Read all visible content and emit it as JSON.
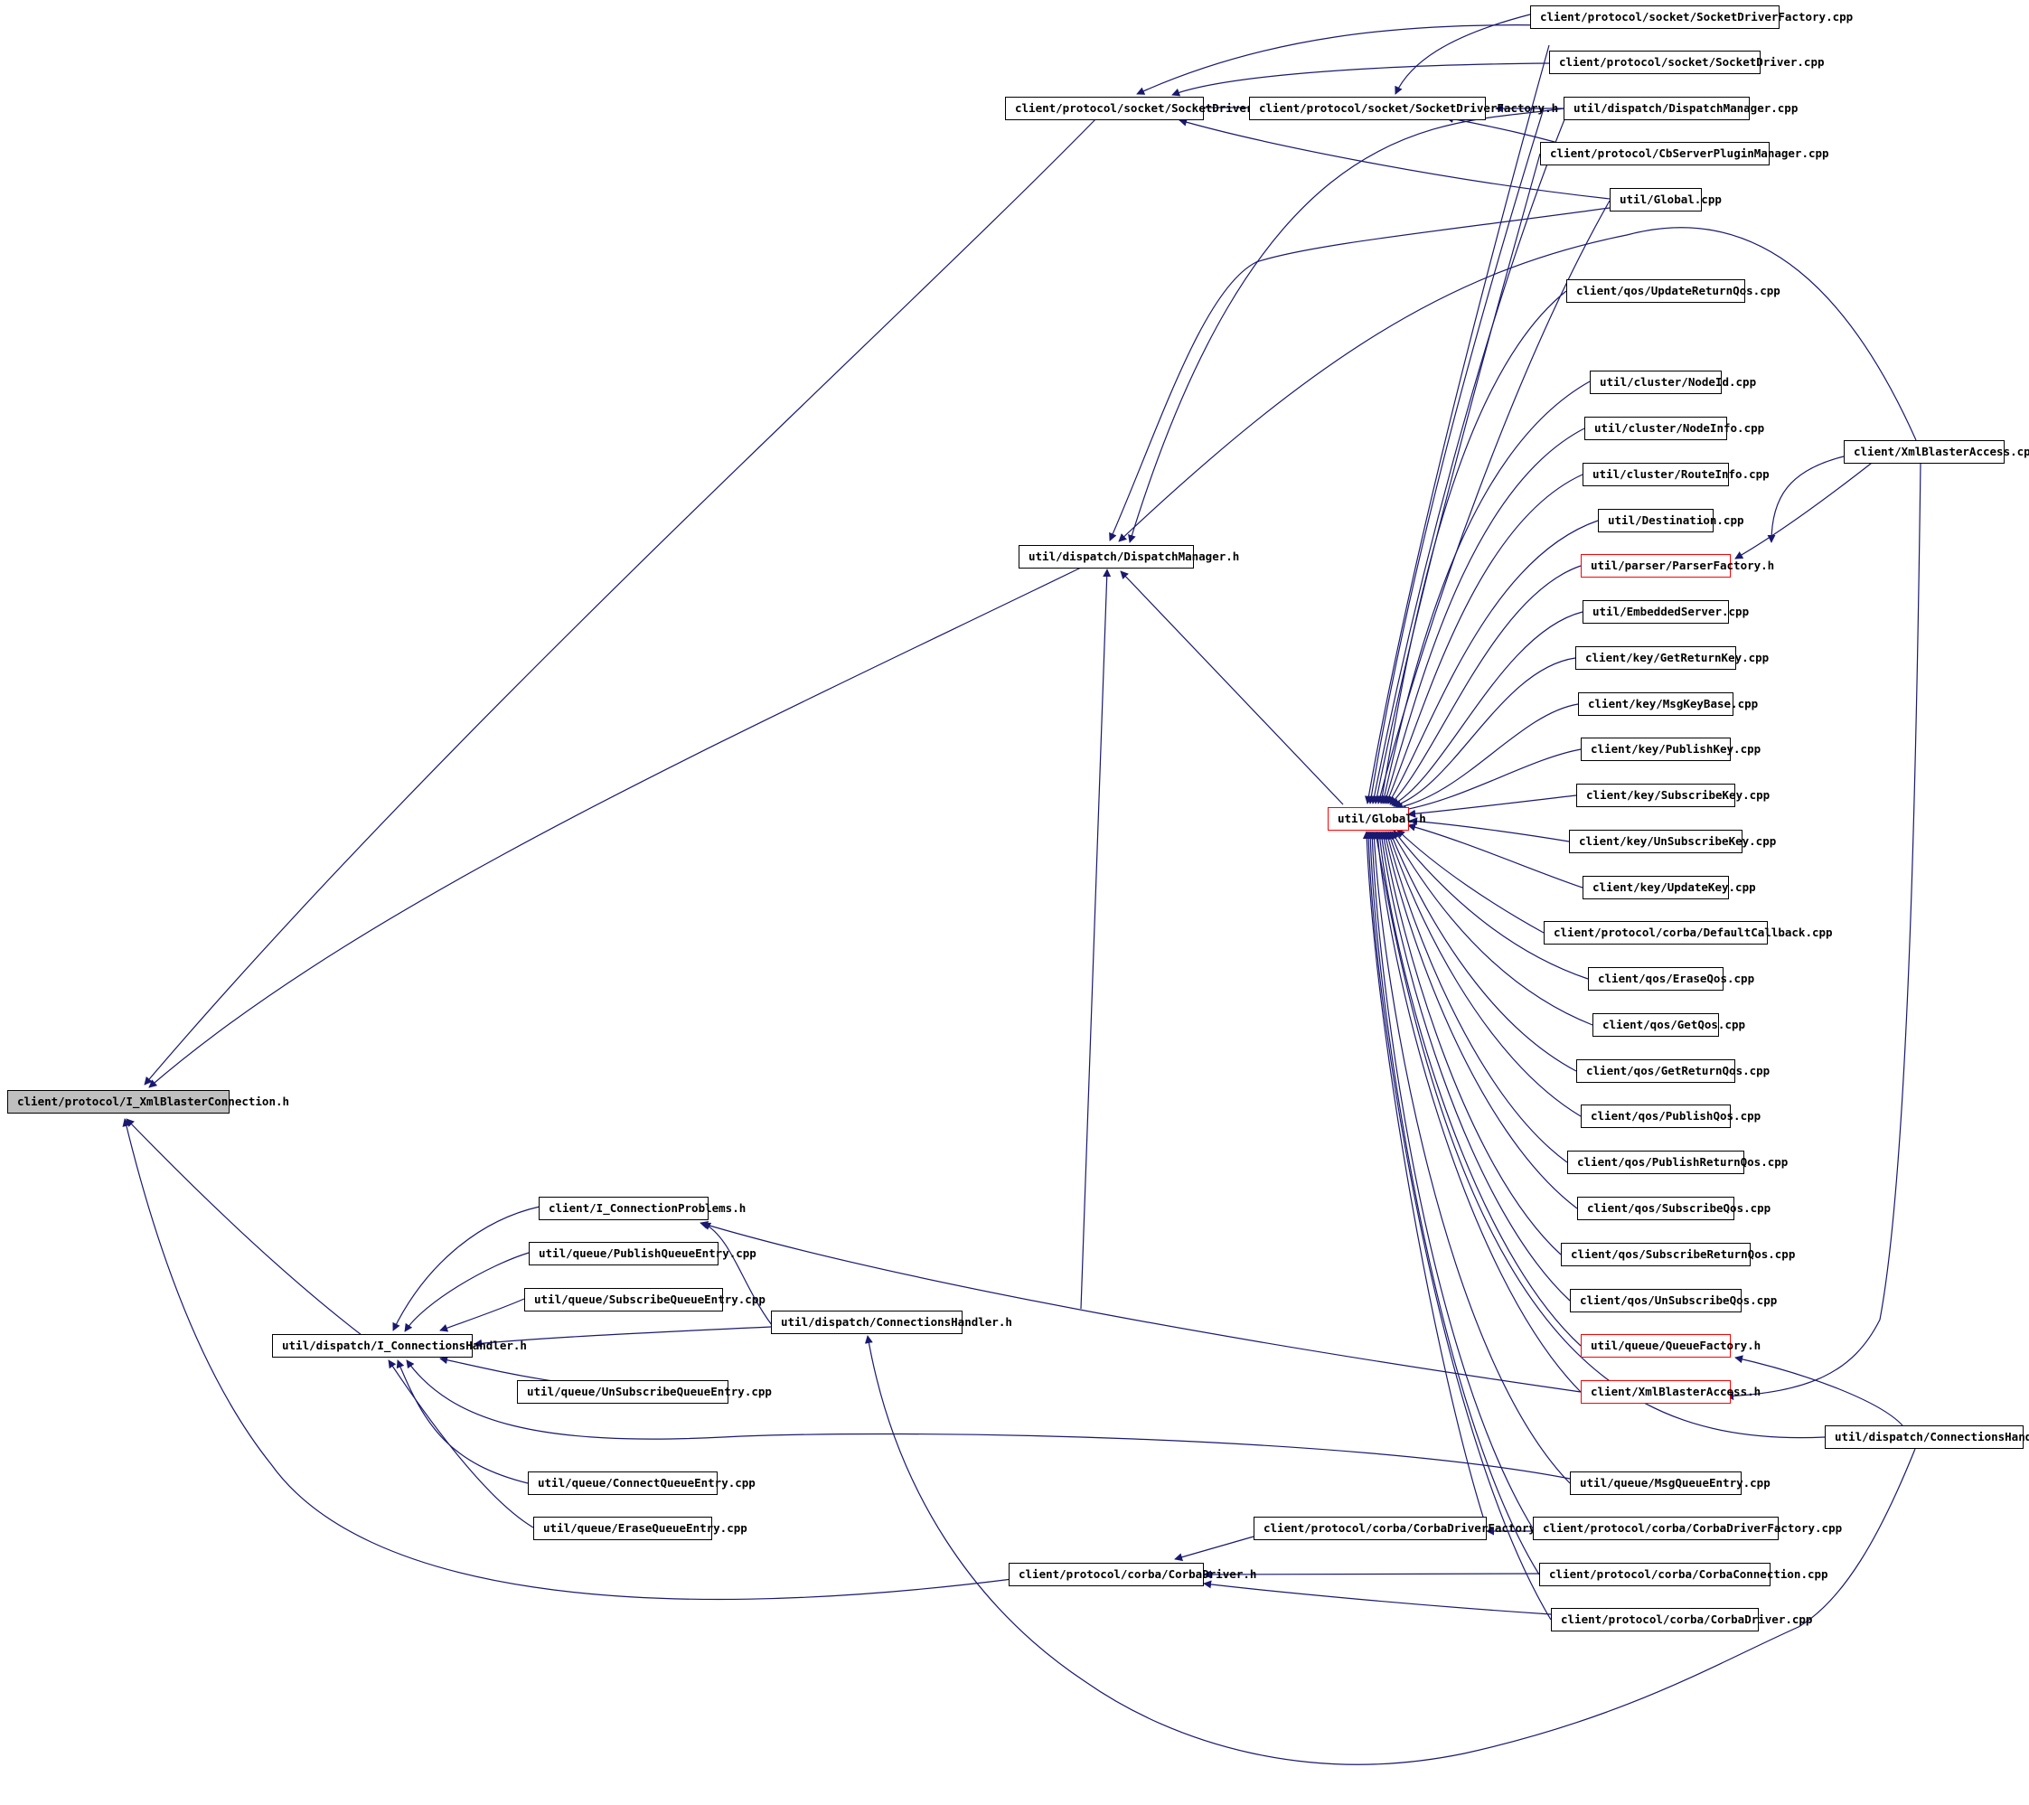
{
  "colors": {
    "edge": "#191970",
    "node_border": "#000000",
    "root_fill": "#bfbfbf",
    "incomplete_border": "#ff0000"
  },
  "nodes": {
    "n0": "client/protocol/I_XmlBlasterConnection.h",
    "n1": "client/protocol/socket/SocketDriver.h",
    "n2": "client/protocol/socket/SocketDriverFactory.h",
    "n3": "client/protocol/socket/SocketDriverFactory.cpp",
    "n4": "client/protocol/socket/SocketDriver.cpp",
    "n5": "util/dispatch/DispatchManager.cpp",
    "n6": "client/protocol/CbServerPluginManager.cpp",
    "n7": "util/Global.cpp",
    "n8": "client/qos/UpdateReturnQos.cpp",
    "n9": "util/cluster/NodeId.cpp",
    "n10": "util/cluster/NodeInfo.cpp",
    "n11": "util/cluster/RouteInfo.cpp",
    "n12": "client/XmlBlasterAccess.cpp",
    "n13": "util/Destination.cpp",
    "n14": "util/dispatch/DispatchManager.h",
    "n15": "util/parser/ParserFactory.h",
    "n16": "util/EmbeddedServer.cpp",
    "n17": "client/key/GetReturnKey.cpp",
    "n18": "client/key/MsgKeyBase.cpp",
    "n19": "client/key/PublishKey.cpp",
    "n20": "client/key/SubscribeKey.cpp",
    "n21": "util/Global.h",
    "n22": "client/key/UnSubscribeKey.cpp",
    "n23": "client/key/UpdateKey.cpp",
    "n24": "client/protocol/corba/DefaultCallback.cpp",
    "n25": "client/qos/EraseQos.cpp",
    "n26": "client/qos/GetQos.cpp",
    "n27": "client/qos/GetReturnQos.cpp",
    "n28": "client/qos/PublishQos.cpp",
    "n29": "client/qos/PublishReturnQos.cpp",
    "n30": "client/I_ConnectionProblems.h",
    "n31": "client/qos/SubscribeQos.cpp",
    "n32": "util/queue/PublishQueueEntry.cpp",
    "n33": "client/qos/SubscribeReturnQos.cpp",
    "n34": "util/queue/SubscribeQueueEntry.cpp",
    "n35": "client/qos/UnSubscribeQos.cpp",
    "n36": "util/dispatch/ConnectionsHandler.h",
    "n37": "util/dispatch/I_ConnectionsHandler.h",
    "n38": "util/queue/QueueFactory.h",
    "n39": "util/queue/UnSubscribeQueueEntry.cpp",
    "n40": "client/XmlBlasterAccess.h",
    "n41": "util/dispatch/ConnectionsHandler.cpp",
    "n42": "util/queue/ConnectQueueEntry.cpp",
    "n43": "util/queue/MsgQueueEntry.cpp",
    "n44": "util/queue/EraseQueueEntry.cpp",
    "n45": "client/protocol/corba/CorbaDriverFactory.h",
    "n46": "client/protocol/corba/CorbaDriverFactory.cpp",
    "n47": "client/protocol/corba/CorbaDriver.h",
    "n48": "client/protocol/corba/CorbaConnection.cpp",
    "n49": "client/protocol/corba/CorbaDriver.cpp"
  }
}
